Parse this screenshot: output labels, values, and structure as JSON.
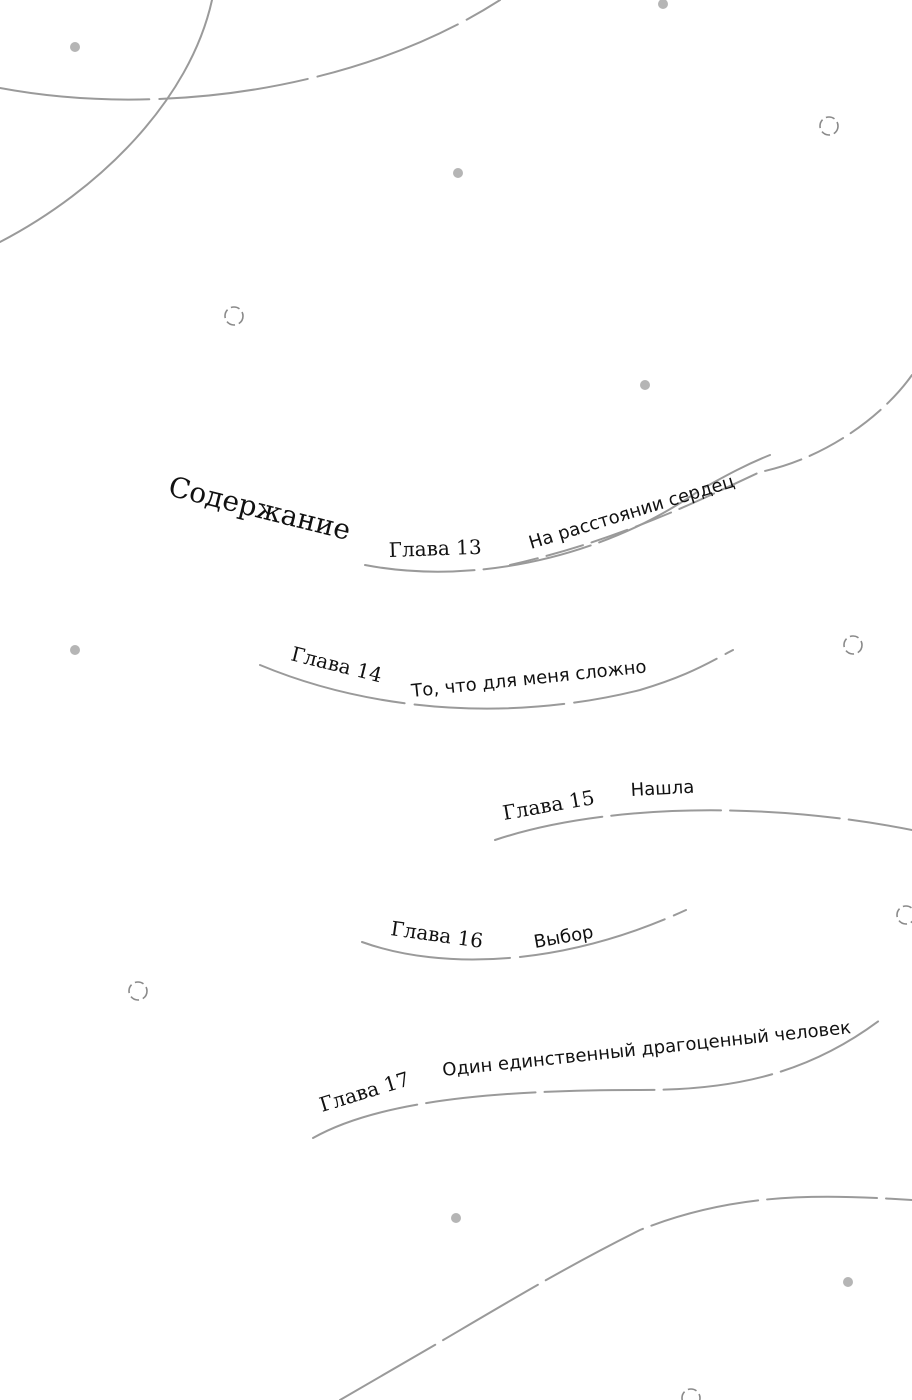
{
  "toc": {
    "title": "Содержание",
    "entries": [
      {
        "number": "Глава 13",
        "title": "На расстоянии сердец"
      },
      {
        "number": "Глава 14",
        "title": "То, что для меня сложно"
      },
      {
        "number": "Глава 15",
        "title": "Нашла"
      },
      {
        "number": "Глава 16",
        "title": "Выбор"
      },
      {
        "number": "Глава 17",
        "title": "Один единственный драгоценный человек"
      }
    ]
  },
  "colors": {
    "line": "#9a9a9a",
    "text": "#111111",
    "dot": "#b5b5b5"
  }
}
